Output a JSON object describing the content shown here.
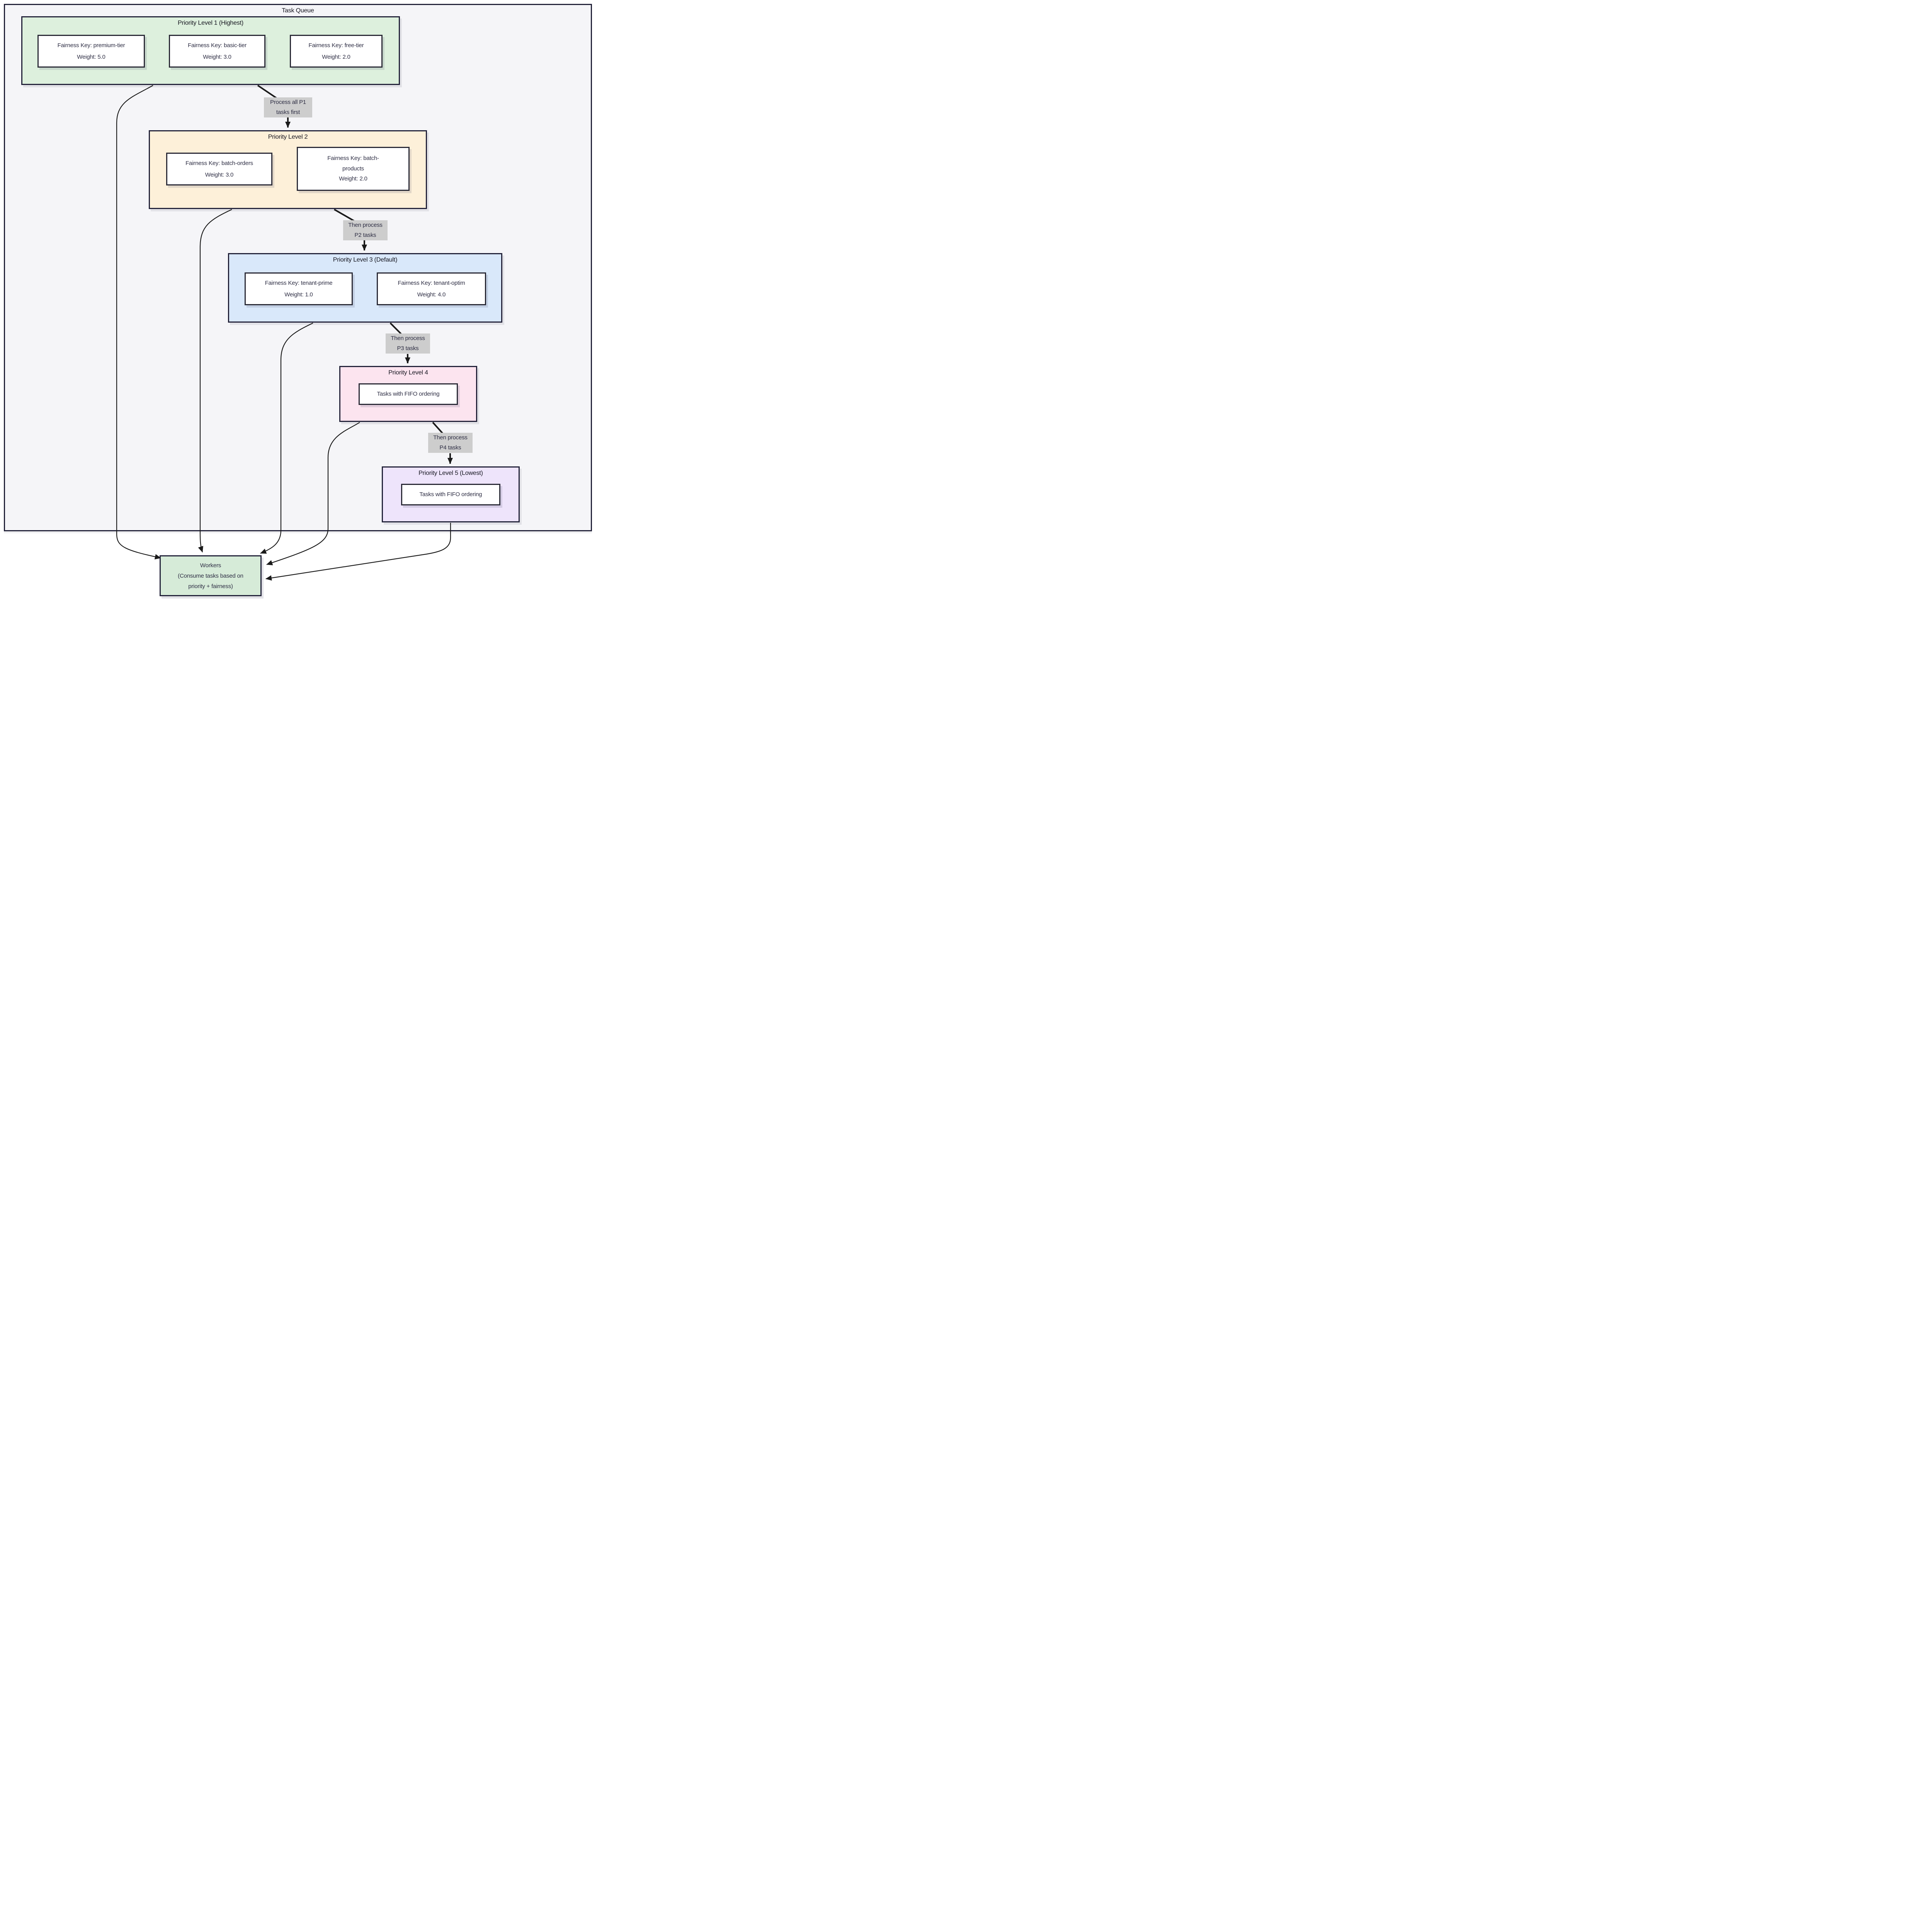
{
  "container": {
    "title": "Task Queue"
  },
  "colors": {
    "border": "#23233a",
    "arrow": "#1a1a1a",
    "edge_label_bg": "#cdcdcd",
    "node_fill": "#ffffff",
    "text": "#2e2e44",
    "outer_fill": "#f5f5f8",
    "level1_fill": "#ddf0dd",
    "level2_fill": "#fdf0d9",
    "level3_fill": "#d9e8fa",
    "level4_fill": "#fce4ef",
    "level5_fill": "#eee4fb",
    "workers_fill": "#d6ebd8"
  },
  "levels": [
    {
      "title": "Priority Level 1 (Highest)",
      "items": [
        {
          "line1": "Fairness Key: premium-tier",
          "line2": "Weight: 5.0"
        },
        {
          "line1": "Fairness Key: basic-tier",
          "line2": "Weight: 3.0"
        },
        {
          "line1": "Fairness Key: free-tier",
          "line2": "Weight: 2.0"
        }
      ]
    },
    {
      "title": "Priority Level 2",
      "items": [
        {
          "line1": "Fairness Key: batch-orders",
          "line2": "Weight: 3.0"
        },
        {
          "line1": "Fairness Key: batch-",
          "line2": "products",
          "line3": "Weight: 2.0"
        }
      ]
    },
    {
      "title": "Priority Level 3 (Default)",
      "items": [
        {
          "line1": "Fairness Key: tenant-prime",
          "line2": "Weight: 1.0"
        },
        {
          "line1": "Fairness Key: tenant-optim",
          "line2": "Weight: 4.0"
        }
      ]
    },
    {
      "title": "Priority Level 4",
      "items": [
        {
          "line1": "Tasks with FIFO ordering"
        }
      ]
    },
    {
      "title": "Priority Level 5 (Lowest)",
      "items": [
        {
          "line1": "Tasks with FIFO ordering"
        }
      ]
    }
  ],
  "edge_labels": [
    {
      "line1": "Process all P1",
      "line2": "tasks first"
    },
    {
      "line1": "Then process",
      "line2": "P2 tasks"
    },
    {
      "line1": "Then process",
      "line2": "P3 tasks"
    },
    {
      "line1": "Then process",
      "line2": "P4 tasks"
    }
  ],
  "workers": {
    "line1": "Workers",
    "line2": "(Consume tasks based on",
    "line3": "priority + fairness)"
  }
}
